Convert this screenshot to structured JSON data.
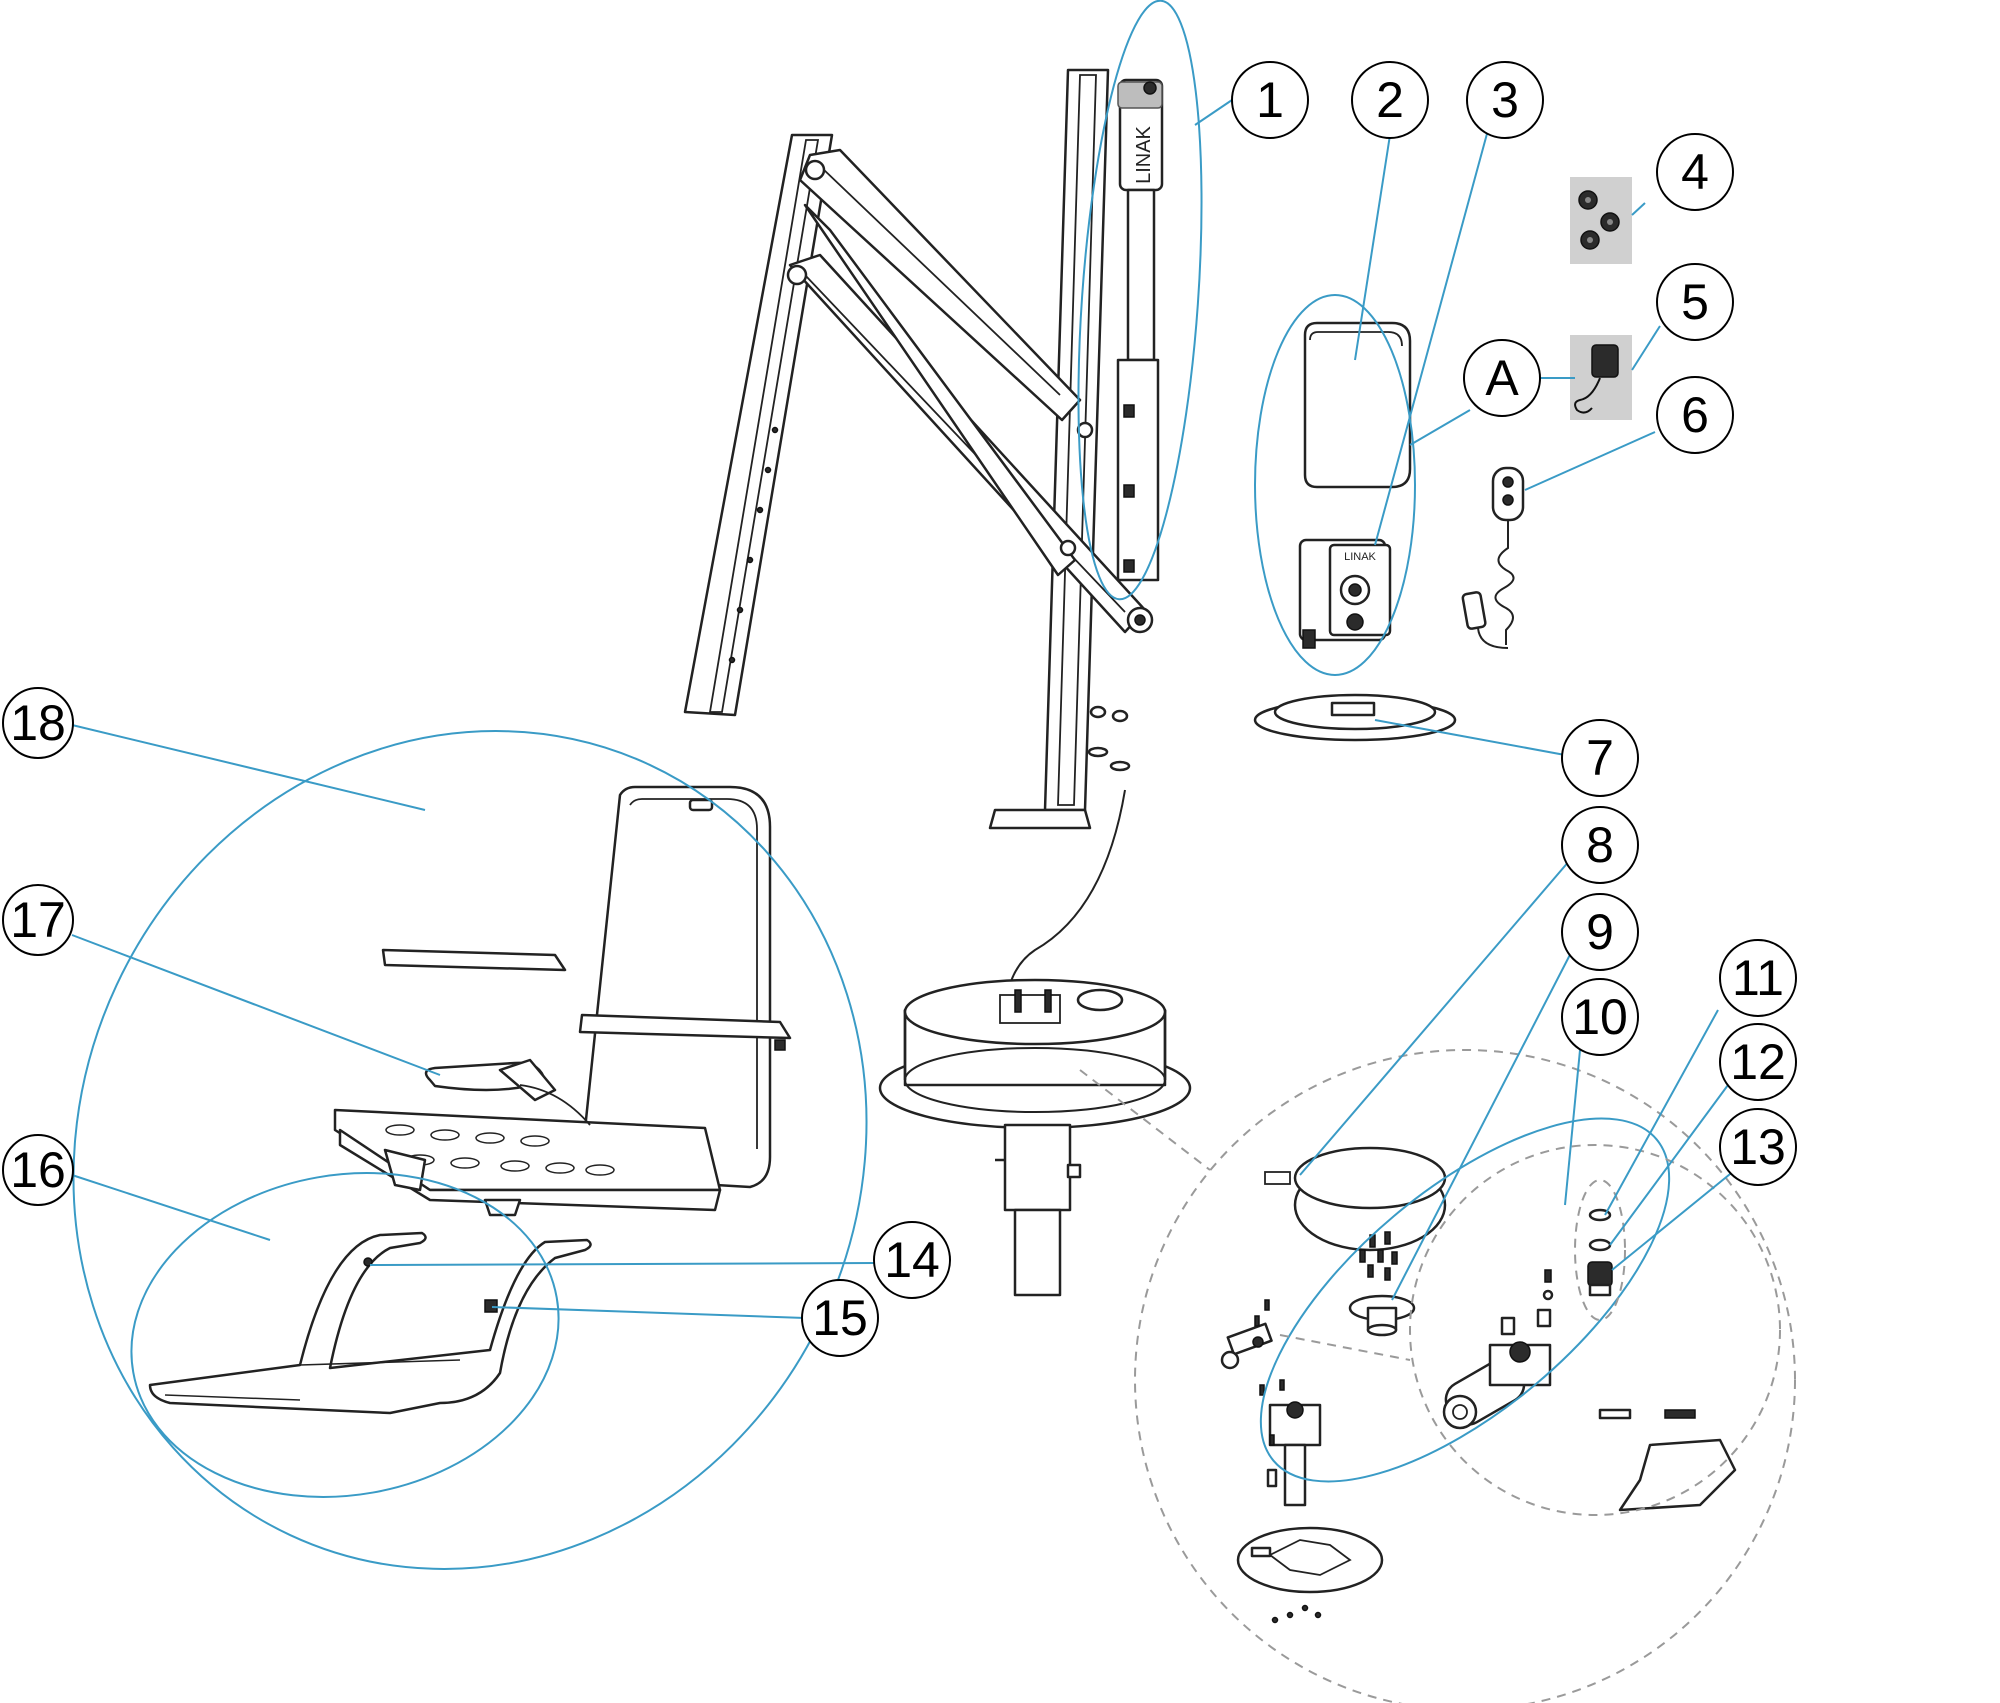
{
  "labels": [
    {
      "id": "1",
      "text": "1"
    },
    {
      "id": "2",
      "text": "2"
    },
    {
      "id": "3",
      "text": "3"
    },
    {
      "id": "4",
      "text": "4"
    },
    {
      "id": "5",
      "text": "5"
    },
    {
      "id": "A",
      "text": "A"
    },
    {
      "id": "6",
      "text": "6"
    },
    {
      "id": "7",
      "text": "7"
    },
    {
      "id": "8",
      "text": "8"
    },
    {
      "id": "9",
      "text": "9"
    },
    {
      "id": "10",
      "text": "10"
    },
    {
      "id": "11",
      "text": "11"
    },
    {
      "id": "12",
      "text": "12"
    },
    {
      "id": "13",
      "text": "13"
    },
    {
      "id": "14",
      "text": "14"
    },
    {
      "id": "15",
      "text": "15"
    },
    {
      "id": "16",
      "text": "16"
    },
    {
      "id": "17",
      "text": "17"
    },
    {
      "id": "18",
      "text": "18"
    }
  ],
  "printed_text": {
    "actuator_brand": "LINAK",
    "control_box_brand": "LINAK"
  },
  "colors": {
    "leader_line": "#3a9bc6",
    "callout_ellipse": "#3a9bc6",
    "detail_circle_dashed": "#9a9a9a",
    "drawing_stroke": "#222222",
    "label_circle_stroke": "#000000"
  }
}
